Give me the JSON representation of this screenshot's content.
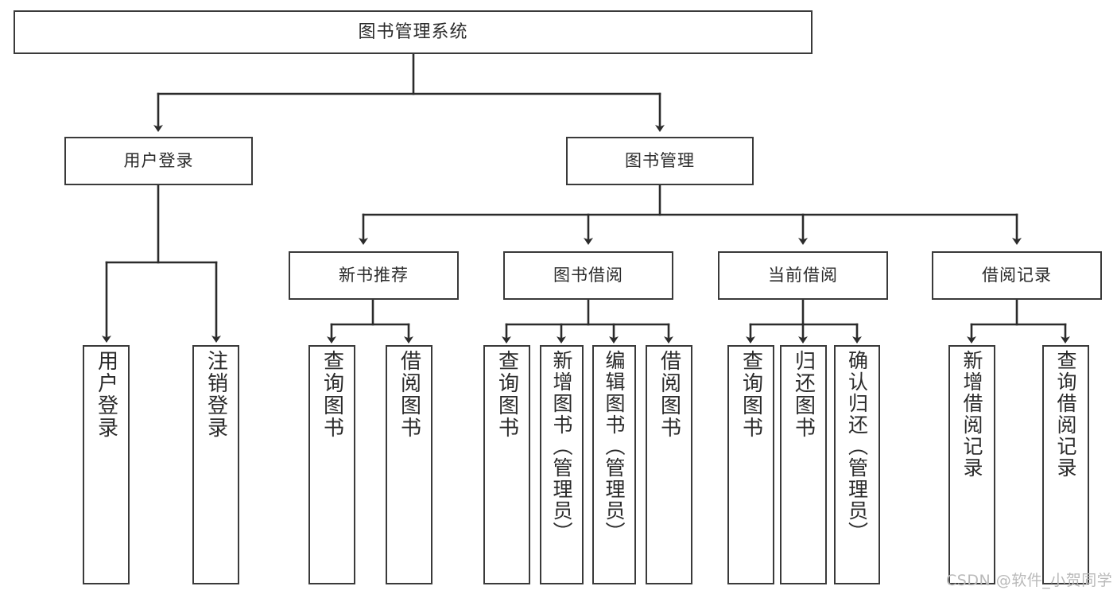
{
  "diagram": {
    "title": "图书管理系统",
    "type": "tree",
    "watermark": "CSDN @软件_小贺同学",
    "colors": {
      "box_border": "#3a3a3a",
      "box_fill": "#ffffff",
      "text": "#2b2b2b",
      "edge": "#2b2b2b",
      "watermark": "#b9b9b9",
      "background": "#ffffff"
    },
    "levels": {
      "root": {
        "label": "图书管理系统"
      },
      "level2": [
        {
          "label": "用户登录"
        },
        {
          "label": "图书管理"
        }
      ],
      "level3": [
        {
          "label": "新书推荐",
          "parent": "图书管理"
        },
        {
          "label": "图书借阅",
          "parent": "图书管理"
        },
        {
          "label": "当前借阅",
          "parent": "图书管理"
        },
        {
          "label": "借阅记录",
          "parent": "图书管理"
        }
      ],
      "leaves": [
        {
          "label": "用户登录",
          "parent": "用户登录"
        },
        {
          "label": "注销登录",
          "parent": "用户登录"
        },
        {
          "label": "查询图书",
          "parent": "新书推荐"
        },
        {
          "label": "借阅图书",
          "parent": "新书推荐"
        },
        {
          "label": "查询图书",
          "parent": "图书借阅"
        },
        {
          "label": "新增图书（管理员）",
          "parent": "图书借阅"
        },
        {
          "label": "编辑图书（管理员）",
          "parent": "图书借阅"
        },
        {
          "label": "借阅图书",
          "parent": "图书借阅"
        },
        {
          "label": "查询图书",
          "parent": "当前借阅"
        },
        {
          "label": "归还图书",
          "parent": "当前借阅"
        },
        {
          "label": "确认归还（管理员）",
          "parent": "当前借阅"
        },
        {
          "label": "新增借阅记录",
          "parent": "借阅记录"
        },
        {
          "label": "查询借阅记录",
          "parent": "借阅记录"
        }
      ]
    }
  }
}
